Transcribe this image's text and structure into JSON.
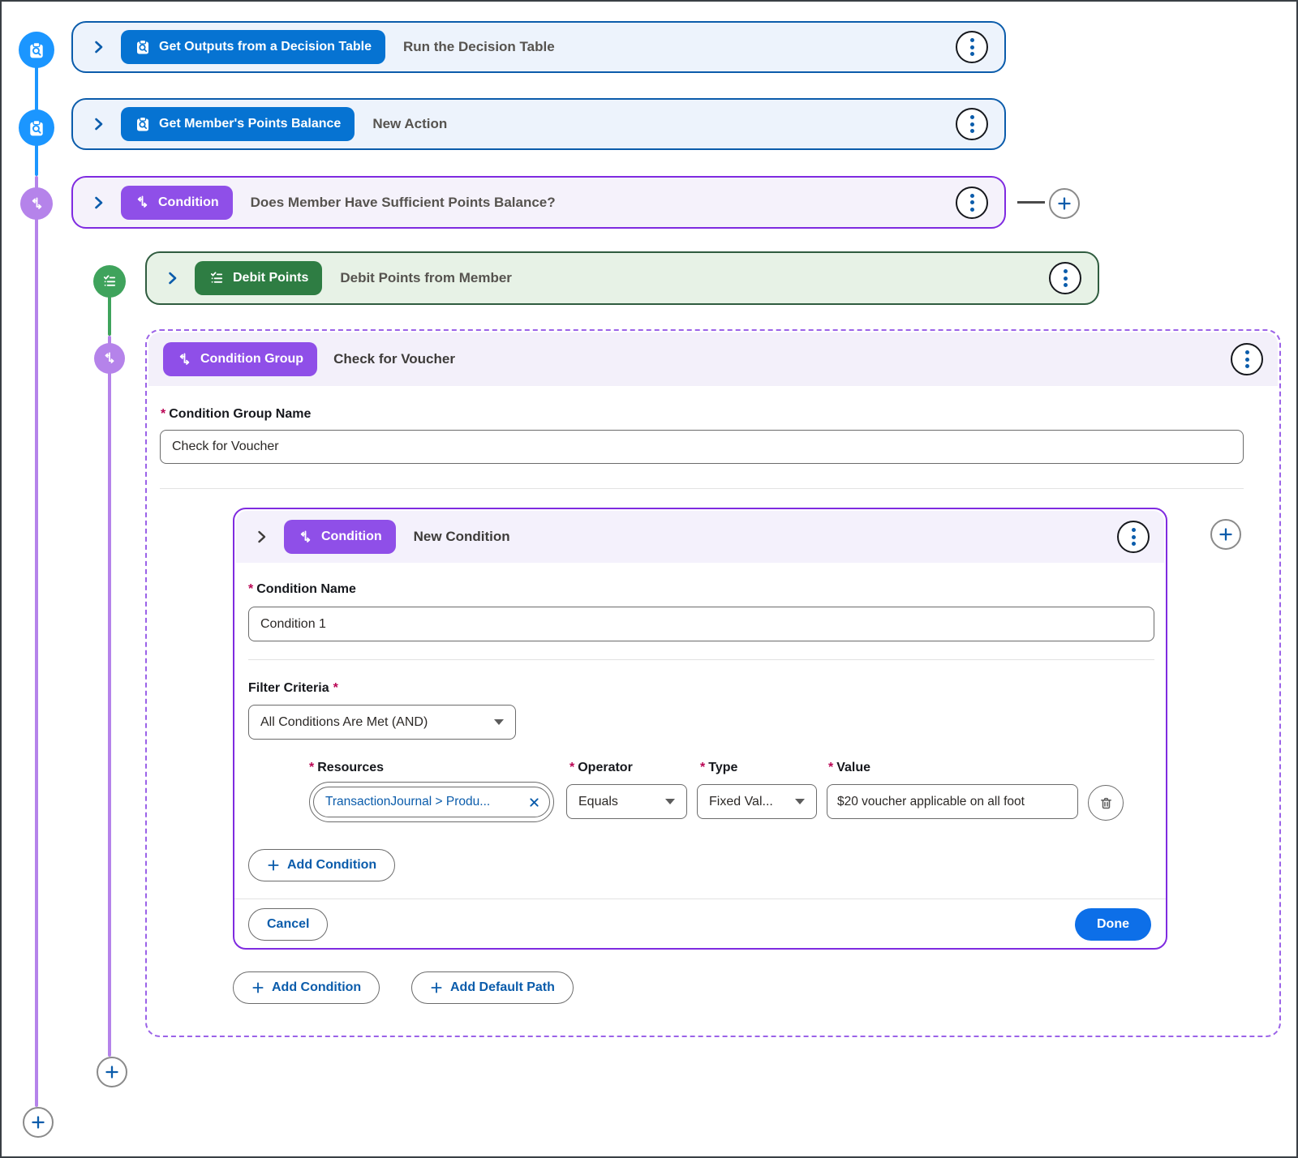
{
  "ui": {
    "required": "*"
  },
  "rows": [
    {
      "badge": "Get Outputs from a Decision Table",
      "title": "Run the Decision Table"
    },
    {
      "badge": "Get Member's Points Balance",
      "title": "New Action"
    },
    {
      "badge": "Condition",
      "title": "Does Member Have Sufficient Points Balance?"
    },
    {
      "badge": "Debit Points",
      "title": "Debit Points from Member"
    }
  ],
  "condition_group": {
    "badge": "Condition Group",
    "title": "Check for Voucher",
    "name_label": "Condition Group Name",
    "name_value": "Check for Voucher",
    "add_condition_label": "Add Condition",
    "add_default_path_label": "Add Default Path",
    "condition": {
      "badge": "Condition",
      "title": "New Condition",
      "name_label": "Condition Name",
      "name_value": "Condition 1",
      "filter": {
        "label": "Filter Criteria",
        "match_value": "All Conditions Are Met (AND)",
        "resources_label": "Resources",
        "resources_value": "TransactionJournal > Produ...",
        "operator_label": "Operator",
        "operator_value": "Equals",
        "type_label": "Type",
        "type_value": "Fixed Val...",
        "value_label": "Value",
        "value_value": "$20 voucher applicable on all foot"
      },
      "add_condition_label": "Add Condition",
      "cancel_label": "Cancel",
      "done_label": "Done"
    }
  },
  "colors": {
    "brand_blue_badge": "#0673D2",
    "blue_row_border": "#0B5CAB",
    "node_blue": "#1B96FF",
    "purple_badge": "#8F4FE8",
    "purple_border": "#7F2BE0",
    "node_purple": "#B583EA",
    "green_badge": "#2E7D43",
    "green_row_border": "#2F5C3F",
    "node_green": "#3FA35C",
    "required_marker": "#BA0554",
    "link_blue": "#0B5CAB",
    "done_button": "#0D6FE8"
  }
}
